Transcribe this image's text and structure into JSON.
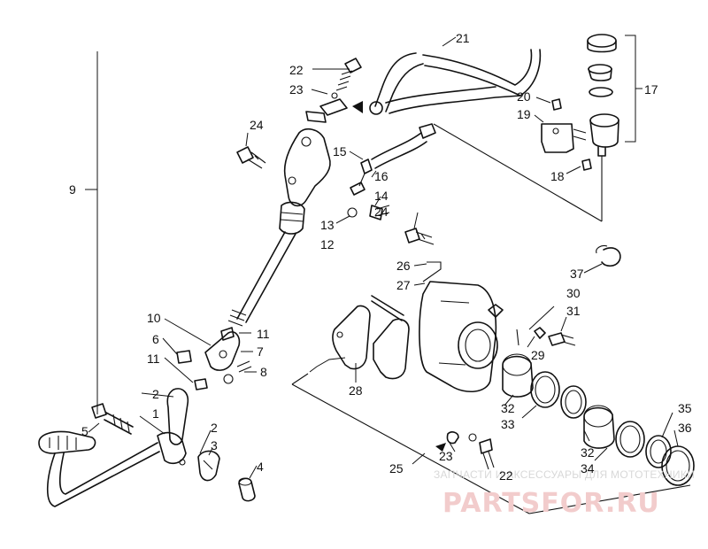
{
  "colors": {
    "line": "#111111",
    "background": "#ffffff",
    "watermark_text": "#d8d8d8",
    "watermark_logo": "#f2cccc"
  },
  "labels": [
    {
      "id": "l21",
      "text": "21"
    },
    {
      "id": "l22a",
      "text": "22"
    },
    {
      "id": "l23a",
      "text": "23"
    },
    {
      "id": "l17",
      "text": "17"
    },
    {
      "id": "l20",
      "text": "20"
    },
    {
      "id": "l19",
      "text": "19"
    },
    {
      "id": "l24a",
      "text": "24"
    },
    {
      "id": "l15",
      "text": "15"
    },
    {
      "id": "l18",
      "text": "18"
    },
    {
      "id": "l16",
      "text": "16"
    },
    {
      "id": "l9",
      "text": "9"
    },
    {
      "id": "l14",
      "text": "14"
    },
    {
      "id": "l24b",
      "text": "24"
    },
    {
      "id": "l13",
      "text": "13"
    },
    {
      "id": "l12",
      "text": "12"
    },
    {
      "id": "l26",
      "text": "26"
    },
    {
      "id": "l27",
      "text": "27"
    },
    {
      "id": "l37",
      "text": "37"
    },
    {
      "id": "l30",
      "text": "30"
    },
    {
      "id": "l31",
      "text": "31"
    },
    {
      "id": "l10",
      "text": "10"
    },
    {
      "id": "l11a",
      "text": "11"
    },
    {
      "id": "l6",
      "text": "6"
    },
    {
      "id": "l7",
      "text": "7"
    },
    {
      "id": "l11b",
      "text": "11"
    },
    {
      "id": "l8",
      "text": "8"
    },
    {
      "id": "l29",
      "text": "29"
    },
    {
      "id": "l28",
      "text": "28"
    },
    {
      "id": "l2a",
      "text": "2"
    },
    {
      "id": "l1",
      "text": "1"
    },
    {
      "id": "l32a",
      "text": "32"
    },
    {
      "id": "l33",
      "text": "33"
    },
    {
      "id": "l35",
      "text": "35"
    },
    {
      "id": "l36",
      "text": "36"
    },
    {
      "id": "l5",
      "text": "5"
    },
    {
      "id": "l2b",
      "text": "2"
    },
    {
      "id": "l3",
      "text": "3"
    },
    {
      "id": "l32b",
      "text": "32"
    },
    {
      "id": "l34",
      "text": "34"
    },
    {
      "id": "l4",
      "text": "4"
    },
    {
      "id": "l25",
      "text": "25"
    },
    {
      "id": "l23b",
      "text": "23"
    },
    {
      "id": "l22b",
      "text": "22"
    }
  ],
  "watermark": {
    "tagline": "ЗАПЧАСТИ И АКСЕССУАРЫ ДЛЯ МОТОТЕХНИКИ",
    "logo": "PARTSFOR.RU"
  }
}
